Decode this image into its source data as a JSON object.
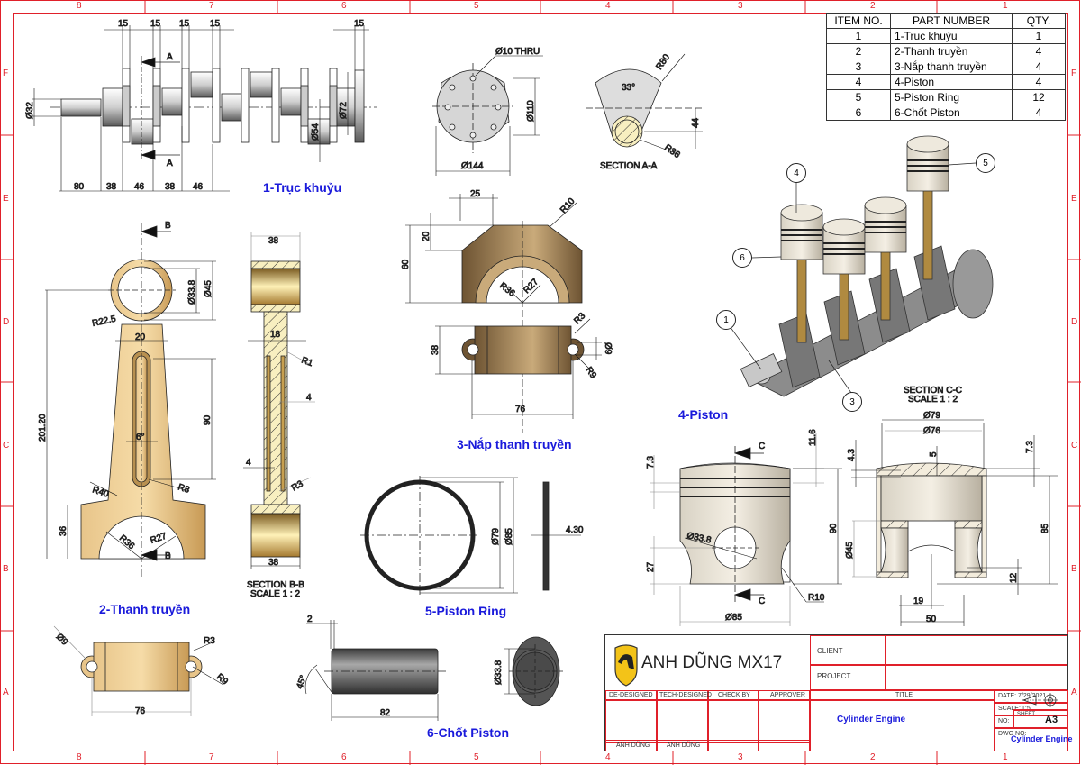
{
  "border": {
    "columns": [
      "8",
      "7",
      "6",
      "5",
      "4",
      "3",
      "2",
      "1"
    ],
    "rows": [
      "F",
      "E",
      "D",
      "C",
      "B",
      "A"
    ]
  },
  "bom": {
    "headers": [
      "ITEM NO.",
      "PART NUMBER",
      "QTY."
    ],
    "rows": [
      {
        "item": "1",
        "part": "1-Trục khuỷu",
        "qty": "1"
      },
      {
        "item": "2",
        "part": "2-Thanh truyền",
        "qty": "4"
      },
      {
        "item": "3",
        "part": "3-Nắp thanh truyền",
        "qty": "4"
      },
      {
        "item": "4",
        "part": "4-Piston",
        "qty": "4"
      },
      {
        "item": "5",
        "part": "5-Piston Ring",
        "qty": "12"
      },
      {
        "item": "6",
        "part": "6-Chốt Piston",
        "qty": "4"
      }
    ]
  },
  "views": {
    "crankshaft": {
      "title": "1-Trục khuỷu",
      "dims": {
        "w15": "15",
        "d32": "Ø32",
        "d72": "Ø72",
        "d54": "Ø54",
        "l80": "80",
        "l38": "38",
        "l46": "46",
        "sec": "A"
      },
      "flange": {
        "thru": "Ø10 THRU",
        "d110": "Ø110",
        "d144": "Ø144"
      },
      "section": {
        "label": "SECTION A-A",
        "r80": "R80",
        "angle": "33°",
        "h44": "44",
        "r36": "R36"
      }
    },
    "conrod": {
      "title": "2-Thanh truyền",
      "dims": {
        "sec": "B",
        "d338": "Ø33.8",
        "d45": "Ø45",
        "r225": "R22.5",
        "w20": "20",
        "len": "201.20",
        "h90": "90",
        "ang": "6°",
        "r40": "R40",
        "r8": "R8",
        "h36": "36",
        "r36": "R36",
        "r27": "R27"
      },
      "section": {
        "label": "SECTION B-B",
        "scale": "SCALE 1 : 2",
        "w38": "38",
        "w18": "18",
        "r1": "R1",
        "t4": "4",
        "r3": "R3"
      },
      "bottom": {
        "d9": "Ø9",
        "r3": "R3",
        "r9": "R9",
        "w76": "76"
      }
    },
    "cap": {
      "title": "3-Nắp thanh truyền",
      "dims": {
        "w25": "25",
        "r10": "R10",
        "h20": "20",
        "h60": "60",
        "r36": "R36",
        "r27": "R27",
        "r3": "R3",
        "d9": "Ø9",
        "h38": "38",
        "r9": "R9",
        "w76": "76"
      }
    },
    "assembly": {
      "title": "4-Piston",
      "balloons": [
        "1",
        "3",
        "4",
        "5",
        "6"
      ]
    },
    "piston": {
      "dims": {
        "c": "C",
        "h73": "7.3",
        "h116": "11.6",
        "d338": "Ø33.8",
        "h90": "90",
        "h27": "27",
        "r10": "R10",
        "d85": "Ø85"
      },
      "section": {
        "label": "SECTION C-C",
        "scale": "SCALE 1 : 2",
        "d79": "Ø79",
        "d76": "Ø76",
        "h43": "4.3",
        "h5": "5",
        "h73": "7.3",
        "d45": "Ø45",
        "h85": "85",
        "h12": "12",
        "w19": "19",
        "w50": "50"
      }
    },
    "ring": {
      "title": "5-Piston Ring",
      "dims": {
        "d79": "Ø79",
        "d85": "Ø85",
        "t": "4.30"
      }
    },
    "pin": {
      "title": "6-Chốt Piston",
      "dims": {
        "c2": "2",
        "ang": "45°",
        "l82": "82",
        "d338": "Ø33.8"
      }
    }
  },
  "titleblock": {
    "company": "ANH DŨNG MX17",
    "client_label": "CLIENT",
    "project_label": "PROJECT",
    "roles": [
      "DE-DESIGNED",
      "TECH-DESIGNED",
      "CHECK BY",
      "APPROVER"
    ],
    "names": [
      "ANH DŨNG",
      "ANH DŨNG"
    ],
    "title_label": "TITLE",
    "title_value": "Cylinder Engine",
    "date_label": "DATE:",
    "date_value": "7/29/2021",
    "scale_label": "SCALE:",
    "scale_value": "1:5",
    "no_label": "NO:",
    "sheet_label": "SHEET",
    "sheet_value": "A3",
    "dwg_label": "DWG NO:",
    "dwg_value": "Cylinder Engine"
  },
  "colors": {
    "frame": "#e0202a",
    "title": "#1a1adb",
    "brass": "#e8c07a",
    "cap": "#7a6040",
    "steel": "#bdbdbd"
  }
}
